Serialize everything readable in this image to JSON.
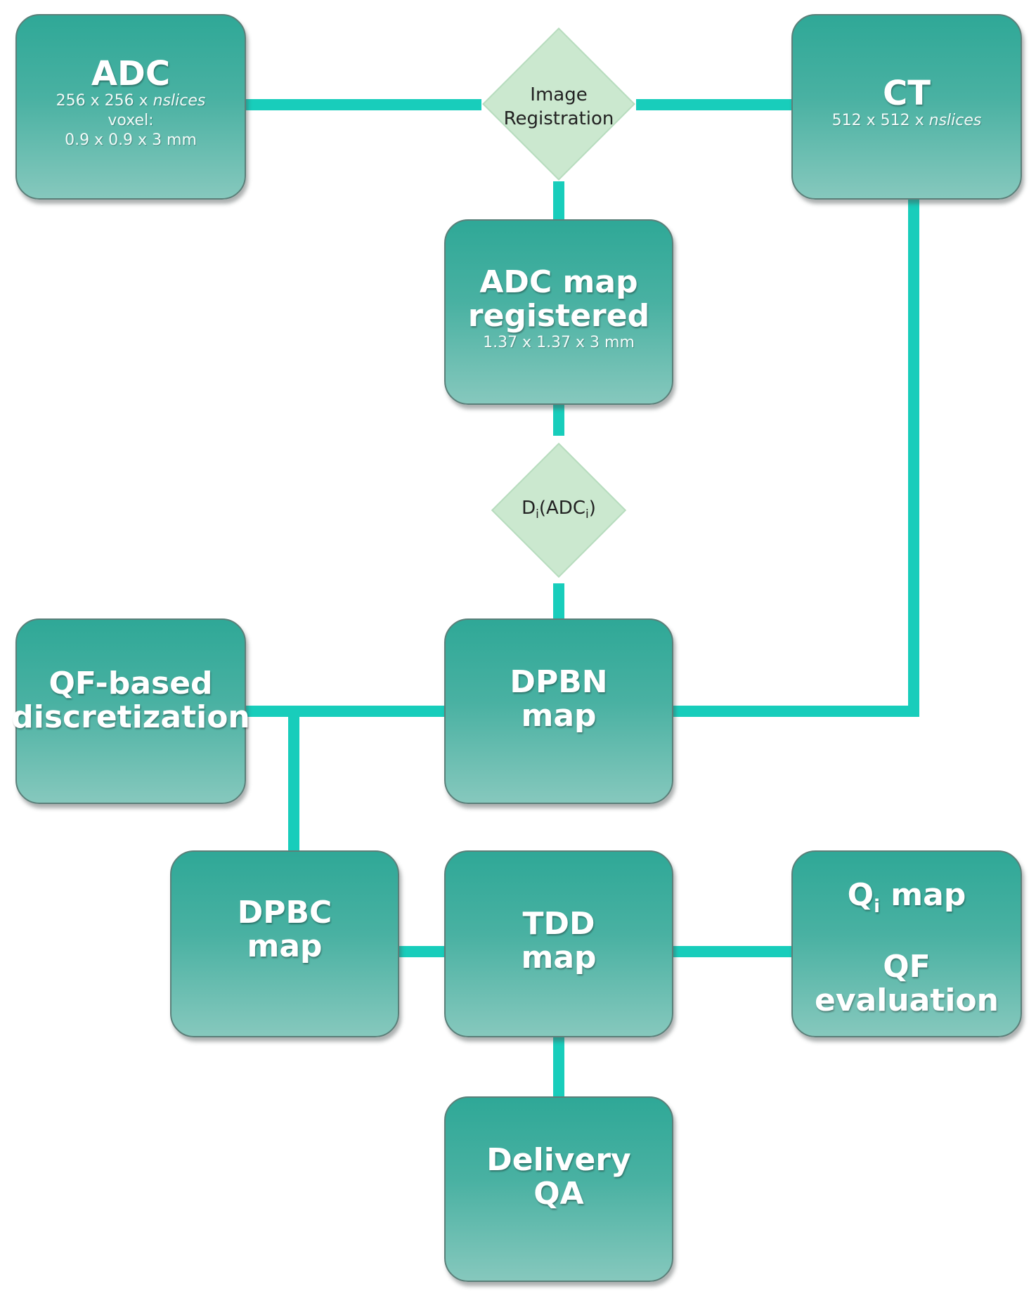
{
  "nodes": {
    "adc": {
      "title": "ADC",
      "dims_prefix": "256 x 256 x ",
      "dims_var": "nslices",
      "voxel_label": "voxel:",
      "voxel_size": "0.9 x 0.9 x 3 mm"
    },
    "ct": {
      "title": "CT",
      "dims_prefix": "512 x 512 x ",
      "dims_var": "nslices"
    },
    "image_registration": {
      "line1": "Image",
      "line2": "Registration"
    },
    "adc_registered": {
      "line1": "ADC map",
      "line2": "registered",
      "voxel_size": "1.37 x 1.37 x 3 mm"
    },
    "di_adci": {
      "d": "D",
      "d_sub": "i",
      "mid": "(ADC",
      "adc_sub": "i",
      "end": ")"
    },
    "dpbn": {
      "line1": "DPBN",
      "line2": "map"
    },
    "qf_discretization": {
      "line1": "QF-based",
      "line2": "discretization"
    },
    "dpbc": {
      "line1": "DPBC",
      "line2": "map"
    },
    "tdd": {
      "line1": "TDD",
      "line2": "map"
    },
    "qi_qf": {
      "q": "Q",
      "q_sub": "i",
      "q_rest": " map",
      "line2": "QF",
      "line3": "evaluation"
    },
    "delivery_qa": {
      "line1": "Delivery",
      "line2": "QA"
    }
  },
  "colors": {
    "connector": "#18cdbb",
    "box_top": "#2fa897",
    "box_bottom": "#86c8bd",
    "diamond_fill": "#cbe8cf"
  }
}
